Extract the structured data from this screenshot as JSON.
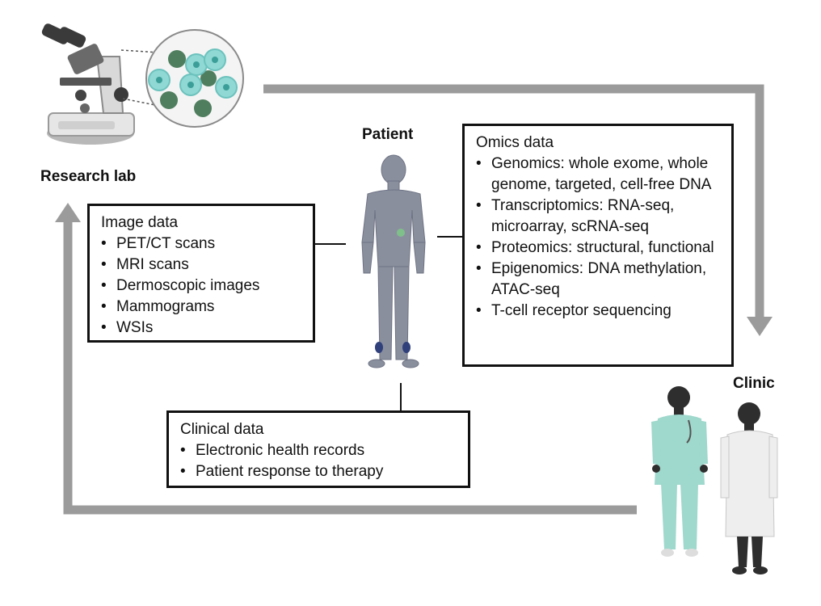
{
  "labels": {
    "research_lab": "Research lab",
    "patient": "Patient",
    "clinic": "Clinic"
  },
  "image_data": {
    "title": "Image data",
    "items": [
      "PET/CT scans",
      "MRI scans",
      "Dermoscopic images",
      "Mammograms",
      "WSIs"
    ]
  },
  "omics_data": {
    "title": "Omics data",
    "items": [
      "Genomics: whole exome, whole genome, targeted, cell-free DNA",
      "Transcriptomics: RNA-seq, microarray, scRNA-seq",
      "Proteomics: structural, functional",
      "Epigenomics: DNA methylation, ATAC-seq",
      "T-cell receptor sequencing"
    ]
  },
  "clinical_data": {
    "title": "Clinical data",
    "items": [
      "Electronic health records",
      "Patient response to therapy"
    ]
  },
  "colors": {
    "arrow": "#9b9b9b",
    "body": "#8a8f9e",
    "scrubs": "#9fd8cc",
    "coat": "#eeeeee",
    "cell_teal": "#8fd8d4",
    "cell_dark": "#4f7e5e"
  },
  "icons": [
    "microscope-icon",
    "cell-sample-icon",
    "human-body-icon",
    "nurse-icon",
    "doctor-icon"
  ]
}
